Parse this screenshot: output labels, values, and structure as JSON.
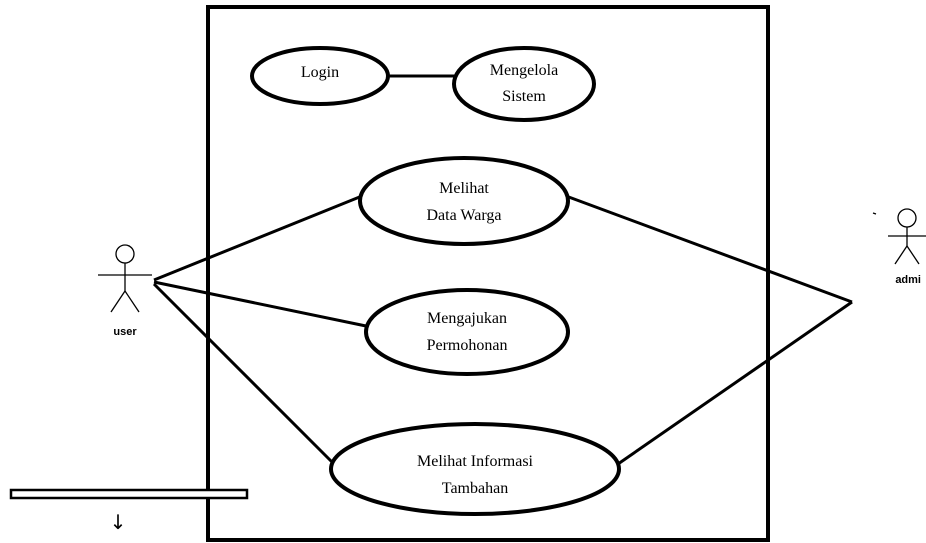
{
  "actors": {
    "user": {
      "label": "user"
    },
    "admin": {
      "label": "admi"
    }
  },
  "use_cases": {
    "login": {
      "line1": "Login",
      "line2": ""
    },
    "mengelola_sistem": {
      "line1": "Mengelola",
      "line2": "Sistem"
    },
    "melihat_data_warga": {
      "line1": "Melihat",
      "line2": "Data Warga"
    },
    "mengajukan_permohonan": {
      "line1": "Mengajukan",
      "line2": "Permohonan"
    },
    "melihat_informasi_tambahan": {
      "line1": "Melihat Informasi",
      "line2": "Tambahan"
    }
  },
  "arrow_glyph": "↓"
}
